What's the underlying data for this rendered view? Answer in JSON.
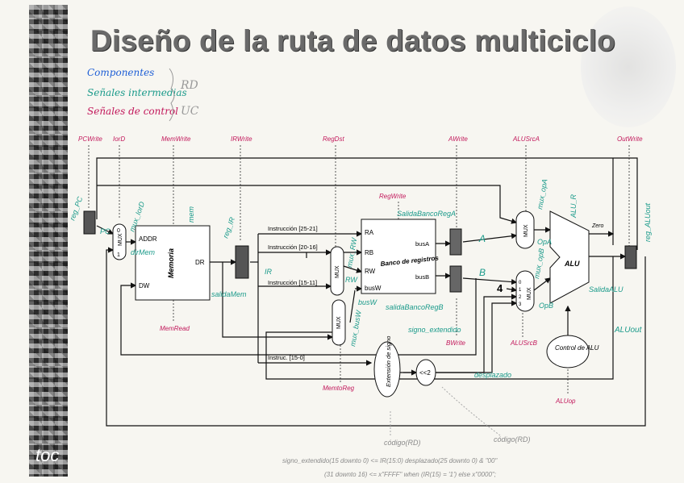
{
  "slide": {
    "title": "Diseño de la ruta de datos multiciclo",
    "footer_logo": "toc"
  },
  "legend": {
    "items": [
      {
        "label": "Componentes",
        "color": "#1f5fd6"
      },
      {
        "label": "Señales intermedias",
        "color": "#1a9a8a"
      },
      {
        "label": "Señales de control",
        "color": "#c2185b"
      }
    ],
    "group_rd": "RD",
    "group_uc": "UC"
  },
  "control_signals": {
    "pcwrite": "PCWrite",
    "iord": "IorD",
    "memwrite": "MemWrite",
    "irwrite": "IRWrite",
    "regdst": "RegDst",
    "awrite": "AWrite",
    "alusrca": "ALUSrcA",
    "outwrite": "OutWrite",
    "regwrite": "RegWrite",
    "memread": "MemRead",
    "memtoreg": "MemtoReg",
    "bwrite": "BWrite",
    "alusrcb": "ALUSrcB",
    "aluop": "ALUop"
  },
  "components": {
    "memoria": "Memoria",
    "mem_addr": "ADDR",
    "mem_dw": "DW",
    "mem_dr": "DR",
    "banco": "Banco de registros",
    "port_ra": "RA",
    "port_rb": "RB",
    "port_rw": "RW",
    "port_busw": "busW",
    "port_busa": "busA",
    "port_busb": "busB",
    "alu": "ALU",
    "zero": "Zero",
    "control_alu": "Control de ALU",
    "extension": "Extensión de signo",
    "shift": "<<2",
    "mux": "MUX",
    "const_four": "4"
  },
  "instr_fields": {
    "f1": "Instrucción [25-21]",
    "f2": "Instrucción [20-16]",
    "f3": "Instrucción [15-11]",
    "f4": "Instruc. [15-0]"
  },
  "mux_inputs": {
    "zero": "0",
    "one": "1",
    "two": "2",
    "three": "3"
  },
  "annotations": {
    "reg_pc": "reg_PC",
    "pc": "PC",
    "mux_iord": "mux_IorD",
    "dir_mem": "dirMem",
    "mem_out": "mem",
    "salida_mem": "salidaMem",
    "reg_ir": "reg_IR",
    "ir": "IR",
    "mux_rw": "mux_RW",
    "rw": "RW",
    "busw": "busW",
    "mux_busw": "mux_busW",
    "salida_banco_a": "SalidaBancoRegA",
    "salida_banco_b": "salidaBancoRegB",
    "a": "A",
    "b": "B",
    "mux_opa": "mux_opA",
    "mux_opb": "mux_opB",
    "opa": "OpA",
    "opb": "OpB",
    "alu_res": "ALU_R",
    "salida_alu": "SalidaALU",
    "reg_aluout": "reg_ALUout",
    "aluout": "ALUout",
    "signo_extendido": "signo_extendido",
    "desplazado": "desplazado",
    "codigo_rd1": "código(RD)",
    "codigo_rd2": "código(RD)",
    "note_line1": "signo_extendido(15 downto 0) <= IR(15:0)   desplazado(25 downto 0) & \"00\"",
    "note_line2": "(31 downto 16) <= x\"FFFF\" when (IR(15) = '1') else x\"0000\";"
  }
}
